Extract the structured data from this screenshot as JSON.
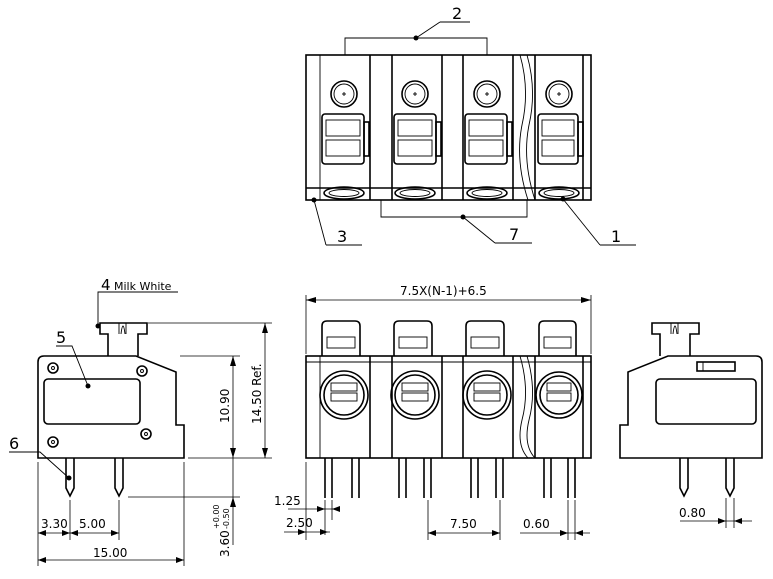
{
  "callouts": {
    "c1": "1",
    "c2": "2",
    "c3": "3",
    "c4": "4",
    "c4_note": "Milk White",
    "c5": "5",
    "c6": "6",
    "c7": "7"
  },
  "dimensions": {
    "overall_width": "7.5X(N-1)+6.5",
    "height_total": "14.50 Ref.",
    "height_body": "10.90",
    "pin_length": "3.60",
    "pin_tol_plus": "+0.00",
    "pin_tol_minus": "-0.50",
    "side_width": "15.00",
    "pin_offset": "3.30",
    "pin_pitch_side": "5.00",
    "pin_width": "1.25",
    "first_pin": "2.50",
    "pitch": "7.50",
    "pin_thick": "0.60",
    "pin_thick_right": "0.80"
  },
  "colors": {
    "line": "#000000",
    "background": "#ffffff"
  }
}
